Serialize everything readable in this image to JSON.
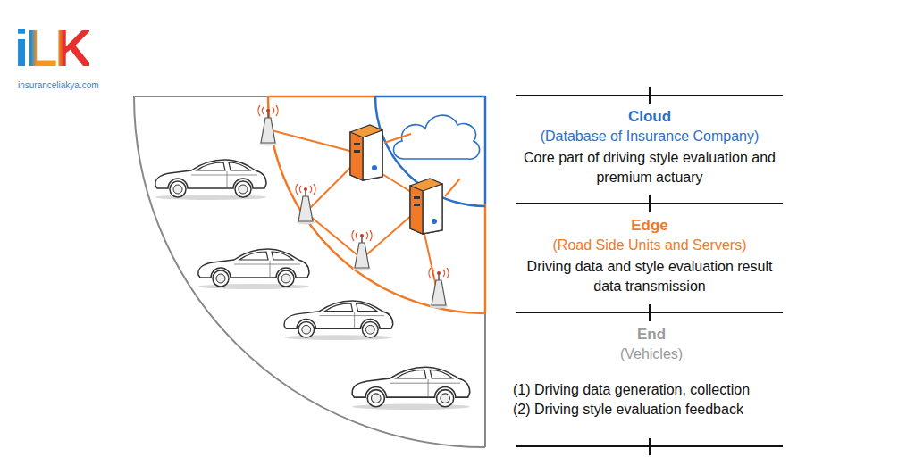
{
  "diagram": {
    "nodes": [
      {
        "text": [
          "Cloud",
          "(Database of Insurance Company)",
          "Core part of driving style evaluation and premium actuary"
        ]
      },
      {
        "text": [
          "Edge",
          "(Road Side Units and Servers)",
          "Driving data and style evaluation result data transmission"
        ]
      },
      {
        "text": [
          "End",
          "(Vehicles)",
          "(1) Driving data generation, collection",
          "(2) Driving style evaluation feedback"
        ]
      }
    ],
    "labels": [
      "iLK",
      "insuranceliakya.com"
    ]
  }
}
